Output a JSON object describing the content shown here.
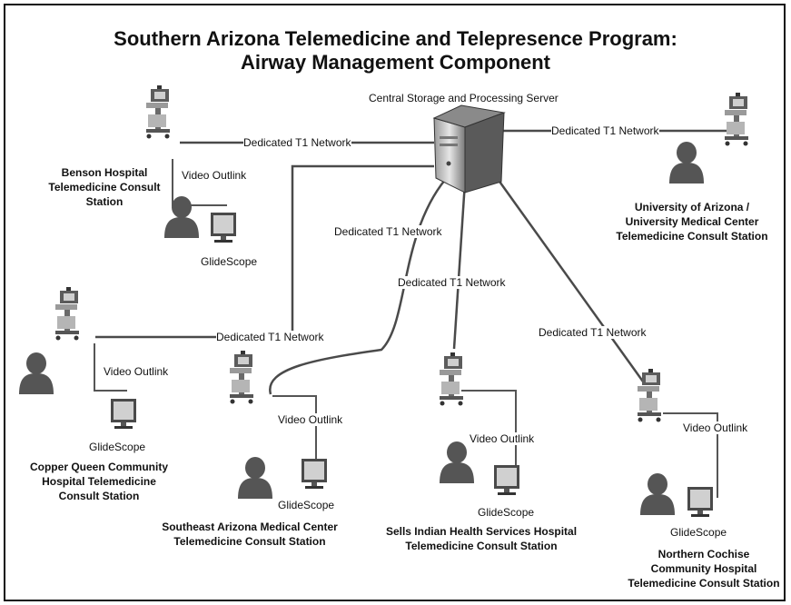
{
  "diagram": {
    "title_line1": "Southern Arizona Telemedicine and Telepresence Program:",
    "title_line2": "Airway Management Component",
    "server_label": "Central Storage and Processing Server",
    "network_label": "Dedicated T1 Network",
    "video_label": "Video Outlink",
    "glidescope_label": "GlideScope",
    "sites": {
      "benson": [
        "Benson Hospital",
        "Telemedicine Consult",
        "Station"
      ],
      "ua": [
        "University of Arizona /",
        "University Medical Center",
        "Telemedicine Consult Station"
      ],
      "copper": [
        "Copper Queen Community",
        "Hospital Telemedicine",
        "Consult Station"
      ],
      "southeast": [
        "Southeast Arizona Medical Center",
        "Telemedicine Consult Station"
      ],
      "sells": [
        "Sells Indian Health Services Hospital",
        "Telemedicine Consult Station"
      ],
      "cochise": [
        "Northern Cochise",
        "Community Hospital",
        "Telemedicine Consult Station"
      ]
    },
    "colors": {
      "line": "#4a4a4a",
      "device": "#5c5c5c",
      "person": "#555555",
      "text": "#111111"
    },
    "icons": [
      "server-icon",
      "telemedicine-cart-icon",
      "person-icon",
      "monitor-icon"
    ]
  }
}
